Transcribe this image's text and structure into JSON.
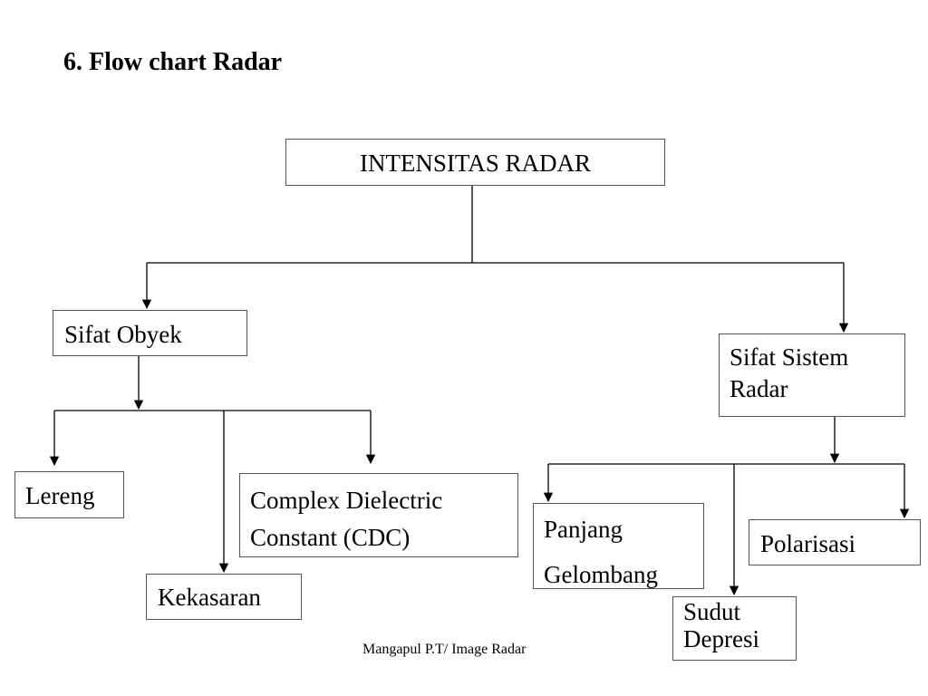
{
  "title": "6. Flow chart Radar",
  "nodes": {
    "root": "INTENSITAS RADAR",
    "sifat_obyek": "Sifat Obyek",
    "sifat_sistem": [
      "Sifat Sistem",
      "Radar"
    ],
    "lereng": "Lereng",
    "kekasaran": "Kekasaran",
    "cdc": [
      "Complex Dielectric",
      "Constant (CDC)"
    ],
    "panjang_gelombang": [
      "Panjang",
      "Gelombang"
    ],
    "sudut_depresi": [
      "Sudut",
      "Depresi"
    ],
    "polarisasi": "Polarisasi"
  },
  "footer": "Mangapul P.T/ Image Radar"
}
